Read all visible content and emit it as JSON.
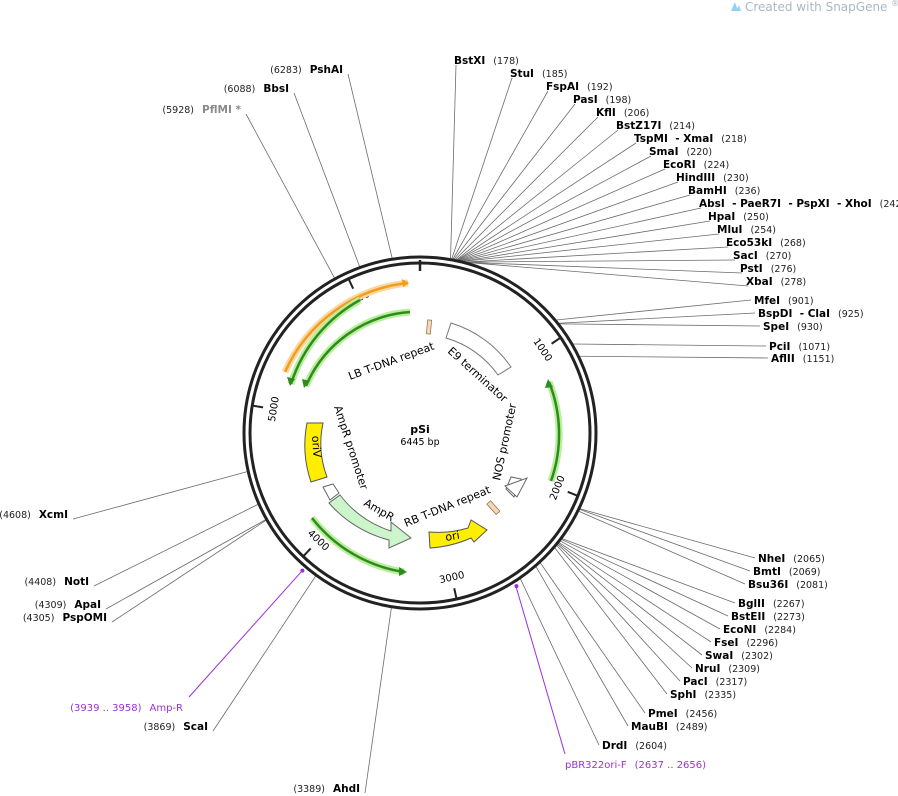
{
  "watermark": {
    "text": "Created with SnapGene",
    "reg": "®"
  },
  "plasmid": {
    "name": "pSi",
    "length_label": "6445 bp"
  },
  "ticks": [
    {
      "pos": 1000,
      "label": "1000"
    },
    {
      "pos": 2000,
      "label": "2000"
    },
    {
      "pos": 3000,
      "label": "3000"
    },
    {
      "pos": 4000,
      "label": "4000"
    },
    {
      "pos": 5000,
      "label": "5000"
    },
    {
      "pos": 6000,
      "label": "6000"
    }
  ],
  "enzymes_right": [
    {
      "name": "BstXI",
      "pos": "(178)"
    },
    {
      "name": "StuI",
      "pos": "(185)"
    },
    {
      "name": "FspAI",
      "pos": "(192)"
    },
    {
      "name": "PasI",
      "pos": "(198)"
    },
    {
      "name": "KflI",
      "pos": "(206)"
    },
    {
      "name": "BstZ17I",
      "pos": "(214)"
    },
    {
      "name": "TspMI  - XmaI",
      "pos": "(218)"
    },
    {
      "name": "SmaI",
      "pos": "(220)"
    },
    {
      "name": "EcoRI",
      "pos": "(224)"
    },
    {
      "name": "HindIII",
      "pos": "(230)"
    },
    {
      "name": "BamHI",
      "pos": "(236)"
    },
    {
      "name": "AbsI  - PaeR7I  - PspXI  - XhoI",
      "pos": "(242)"
    },
    {
      "name": "HpaI",
      "pos": "(250)"
    },
    {
      "name": "MluI",
      "pos": "(254)"
    },
    {
      "name": "Eco53kI",
      "pos": "(268)"
    },
    {
      "name": "SacI",
      "pos": "(270)"
    },
    {
      "name": "PstI",
      "pos": "(276)"
    },
    {
      "name": "XbaI",
      "pos": "(278)"
    },
    {
      "name": "MfeI",
      "pos": "(901)"
    },
    {
      "name": "BspDI  - ClaI",
      "pos": "(925)"
    },
    {
      "name": "SpeI",
      "pos": "(930)"
    },
    {
      "name": "PciI",
      "pos": "(1071)"
    },
    {
      "name": "AflII",
      "pos": "(1151)"
    },
    {
      "name": "NheI",
      "pos": "(2065)"
    },
    {
      "name": "BmtI",
      "pos": "(2069)"
    },
    {
      "name": "Bsu36I",
      "pos": "(2081)"
    },
    {
      "name": "BglII",
      "pos": "(2267)"
    },
    {
      "name": "BstEII",
      "pos": "(2273)"
    },
    {
      "name": "EcoNI",
      "pos": "(2284)"
    },
    {
      "name": "FseI",
      "pos": "(2296)"
    },
    {
      "name": "SwaI",
      "pos": "(2302)"
    },
    {
      "name": "NruI",
      "pos": "(2309)"
    },
    {
      "name": "PacI",
      "pos": "(2317)"
    },
    {
      "name": "SphI",
      "pos": "(2335)"
    },
    {
      "name": "PmeI",
      "pos": "(2456)"
    },
    {
      "name": "MauBI",
      "pos": "(2489)"
    },
    {
      "name": "DrdI",
      "pos": "(2604)"
    }
  ],
  "enzymes_left": [
    {
      "name": "PshAI",
      "pos": "(6283)",
      "gray": false
    },
    {
      "name": "BbsI",
      "pos": "(6088)",
      "gray": false
    },
    {
      "name": "PflMI *",
      "pos": "(5928)",
      "gray": true
    },
    {
      "name": "XcmI",
      "pos": "(4608)",
      "gray": false
    },
    {
      "name": "NotI",
      "pos": "(4408)",
      "gray": false
    },
    {
      "name": "ApaI",
      "pos": "(4309)",
      "gray": false
    },
    {
      "name": "PspOMI",
      "pos": "(4305)",
      "gray": false
    },
    {
      "name": "ScaI",
      "pos": "(3869)",
      "gray": false
    },
    {
      "name": "AhdI",
      "pos": "(3389)",
      "gray": false
    }
  ],
  "primers": [
    {
      "name": "Amp-R",
      "pos": "(3939 .. 3958)"
    },
    {
      "name": "pBR322ori-F",
      "pos": "(2637 .. 2656)"
    }
  ],
  "features": [
    {
      "name": "LB T-DNA repeat"
    },
    {
      "name": "E9 terminator"
    },
    {
      "name": "NOS promoter"
    },
    {
      "name": "RB T-DNA repeat"
    },
    {
      "name": "ori"
    },
    {
      "name": "AmpR"
    },
    {
      "name": "AmpR promoter"
    },
    {
      "name": "oriV"
    }
  ],
  "colors": {
    "backbone": "#222222",
    "primer": "#9b30d9",
    "ori": "#ffee00",
    "ampr": "#ccf5cc",
    "orange": "#f39c1f",
    "green": "#2e8b1e",
    "green_glow": "#b9ee9a",
    "orange_glow": "#f8d9a0",
    "line": "#6b6b6b"
  }
}
